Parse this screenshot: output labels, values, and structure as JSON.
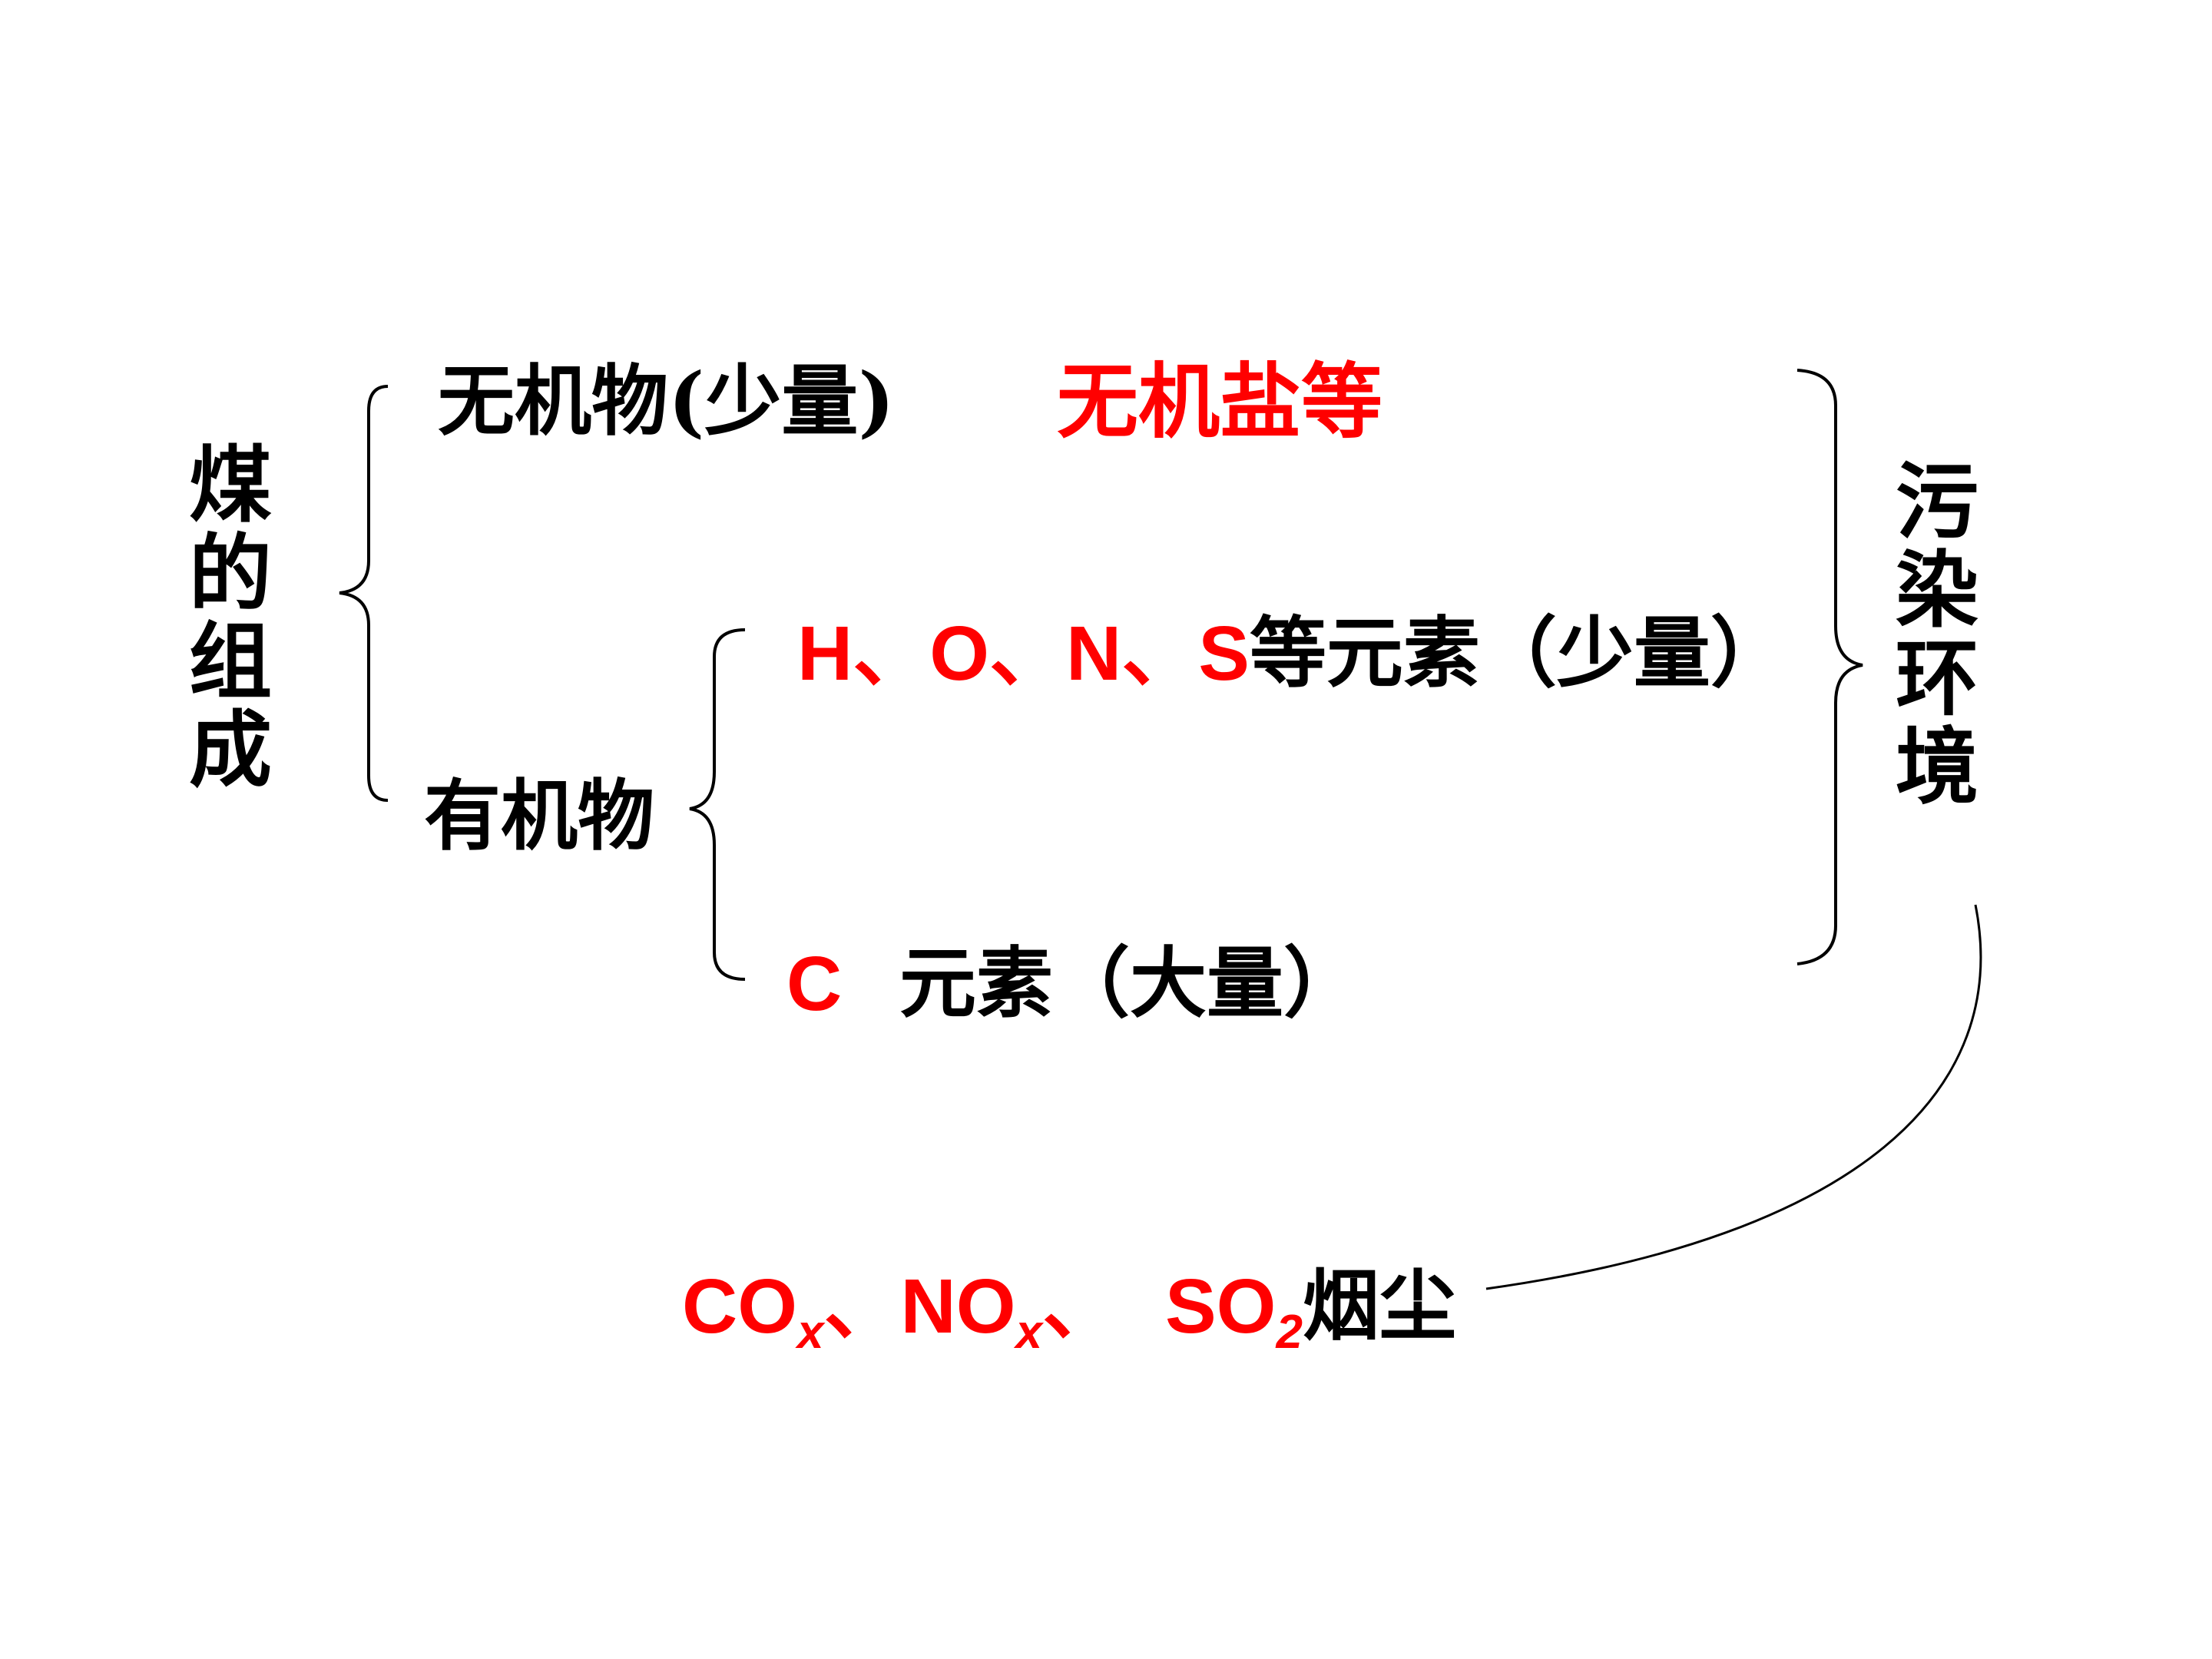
{
  "left_label": [
    "煤",
    "的",
    "组",
    "成"
  ],
  "right_label": [
    "污",
    "染",
    "环",
    "境"
  ],
  "inorganic": {
    "name": "无机物(少量)",
    "detail": "无机盐等"
  },
  "organic": {
    "name": "有机物",
    "minor_elements": {
      "symbols": [
        "H",
        "、",
        "O",
        "、",
        "N",
        "、",
        "S"
      ],
      "suffix": "等元素（少量）"
    },
    "major_element": {
      "symbol": "C",
      "suffix": "元素（大量）"
    }
  },
  "pollutants": {
    "co": "CO",
    "co_sub": "x",
    "sep1": "、",
    "no": "NO",
    "no_sub": "x",
    "sep2": "、",
    "so": "SO",
    "so_sub": "2",
    "dust": "烟尘"
  },
  "colors": {
    "highlight": "#ff0000",
    "text": "#000000"
  }
}
